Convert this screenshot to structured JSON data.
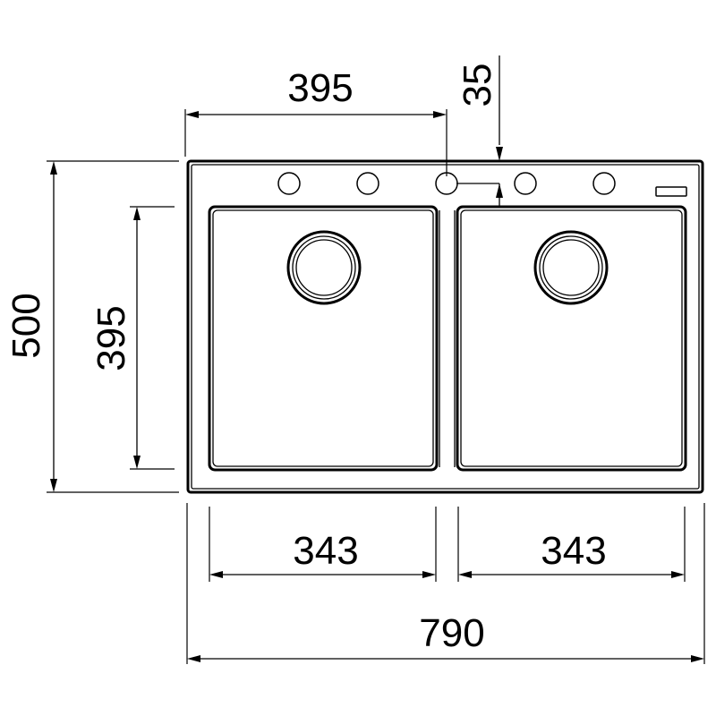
{
  "drawing": {
    "dimensions": {
      "overall_width": "790",
      "overall_depth": "500",
      "left_bowl_width": "343",
      "right_bowl_width": "343",
      "bowl_depth": "395",
      "center_to_tap_hole": "395",
      "tap_hole_offset": "35"
    },
    "line_color": "#000000",
    "background_color": "#ffffff"
  }
}
